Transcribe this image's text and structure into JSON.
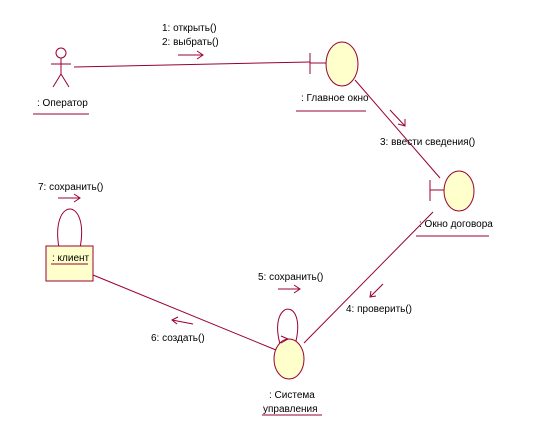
{
  "colors": {
    "line": "#990033",
    "fill": "#ffffcc",
    "text": "#000000"
  },
  "objects": {
    "operator": {
      "label": ": Оператор",
      "kind": "actor-icon"
    },
    "main_window": {
      "label": ": Главное окно",
      "kind": "boundary-icon"
    },
    "contract_window": {
      "label": ": Окно договора",
      "kind": "boundary-icon"
    },
    "client": {
      "label": ": клиент",
      "kind": "class-object"
    },
    "control_system": {
      "label_line1": ": Система",
      "label_line2": "управления",
      "kind": "control-icon"
    }
  },
  "messages": {
    "m1": "1: открыть()",
    "m2": "2: выбрать()",
    "m3": "3: ввести сведения()",
    "m4": "4: проверить()",
    "m5": "5: сохранить()",
    "m6": "6: создать()",
    "m7": "7: сохранить()"
  }
}
